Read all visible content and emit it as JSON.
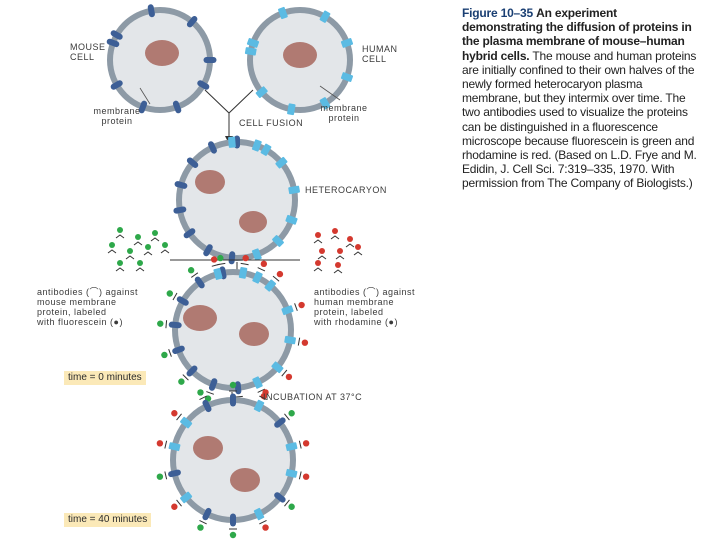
{
  "labels": {
    "mouse_cell": "MOUSE\nCELL",
    "human_cell": "HUMAN\nCELL",
    "membrane_protein_left": "membrane\nprotein",
    "membrane_protein_right": "membrane\nprotein",
    "cell_fusion": "CELL FUSION",
    "heterocaryon": "HETEROCARYON",
    "antibodies_mouse": "antibodies (⌒) against\nmouse membrane\nprotein, labeled\nwith fluorescein (●)",
    "antibodies_human": "antibodies (⌒) against\nhuman membrane\nprotein, labeled\nwith rhodamine (●)",
    "incubation": "INCUBATION AT 37°C",
    "time_0": "time = 0 minutes",
    "time_40": "time = 40 minutes"
  },
  "caption": {
    "figure_number": "Figure 10–35",
    "title_bold": "An experiment demonstrating the diffusion of proteins in the plasma membrane of mouse–human hybrid cells.",
    "body": "The mouse and human proteins are initially confined to their own halves of the newly formed heterocaryon plasma membrane, but they intermix over time. The two antibodies used to visualize the proteins can be distinguished in a fluorescence microscope because fluorescein is green and rhodamine is red. (Based on L.D. Frye and M. Edidin, J. Cell Sci. 7:319–335, 1970. With permission from The Company of Biologists.)"
  },
  "colors": {
    "membrane": "#8d9aa6",
    "cytoplasm": "#e3e6e9",
    "nucleus": "#b07a72",
    "mouse_protein": "#3d5f96",
    "human_protein": "#5bbbe3",
    "fluorescein": "#2ea84a",
    "rhodamine": "#d4392f",
    "time_box": "#fbe9b8"
  }
}
